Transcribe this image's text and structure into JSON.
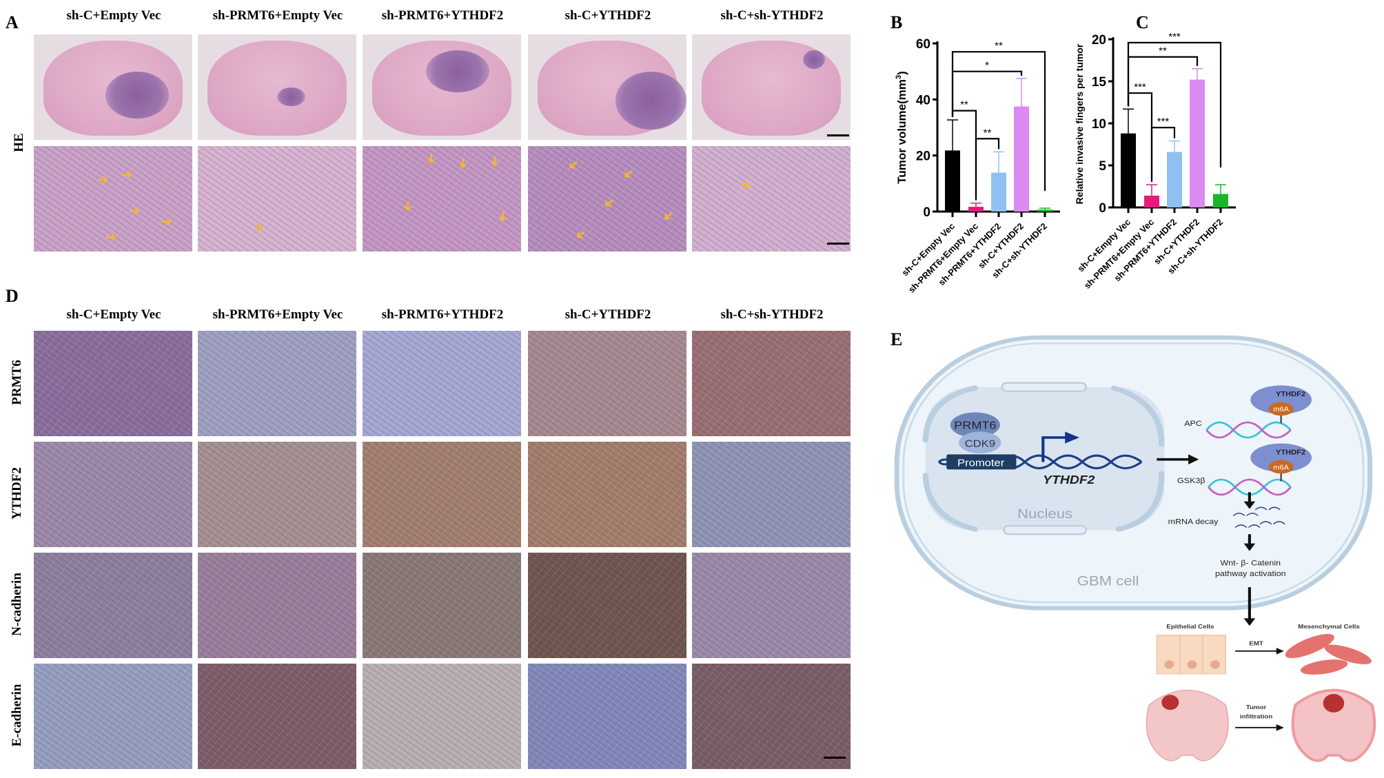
{
  "panel_labels": {
    "A": "A",
    "B": "B",
    "C": "C",
    "D": "D",
    "E": "E"
  },
  "groups": [
    "sh-C+Empty Vec",
    "sh-PRMT6+Empty Vec",
    "sh-PRMT6+YTHDF2",
    "sh-C+YTHDF2",
    "sh-C+sh-YTHDF2"
  ],
  "panelA": {
    "row_label": "HE",
    "tile_colors": [
      "#c9a2c6",
      "#d6b3cf",
      "#c497c3",
      "#b78fbd",
      "#d2b0cf"
    ]
  },
  "panelD": {
    "row_labels": [
      "PRMT6",
      "YTHDF2",
      "N-cadherin",
      "E-cadherin"
    ],
    "tile_colors": [
      [
        "#8a6f9c",
        "#9ea0bf",
        "#a5a8d2",
        "#a58a8e",
        "#9a6f72"
      ],
      [
        "#9c8aa8",
        "#a5908f",
        "#a3806e",
        "#a37e6a",
        "#8f95b3"
      ],
      [
        "#8e7f9d",
        "#9a7f9a",
        "#8a7a76",
        "#6f564f",
        "#9a8aa8"
      ],
      [
        "#95a0c0",
        "#7e5f68",
        "#b7b0b0",
        "#8289b8",
        "#7a5e66"
      ]
    ]
  },
  "chart_data": [
    {
      "type": "bar",
      "panel": "B",
      "categories": [
        "sh-C+Empty Vec",
        "sh-PRMT6+Empty Vec",
        "sh-PRMT6+YTHDF2",
        "sh-C+YTHDF2",
        "sh-C+sh-YTHDF2"
      ],
      "values": [
        21.8,
        1.7,
        13.9,
        37.5,
        0.7
      ],
      "error_upper": [
        32.7,
        3.0,
        21.3,
        47.5,
        1.2
      ],
      "colors": [
        "#000000",
        "#e8197a",
        "#90bff2",
        "#da8af0",
        "#19b62a"
      ],
      "ylabel": "Tumor volume(mm",
      "ylabel_sup": "3",
      "ylabel_close": ")",
      "ylim": [
        0,
        60
      ],
      "yticks": [
        0,
        20,
        40,
        60
      ],
      "significance": [
        {
          "from": 0,
          "to": 4,
          "label": "**",
          "level": 57
        },
        {
          "from": 0,
          "to": 3,
          "label": "*",
          "level": 50
        },
        {
          "from": 0,
          "to": 1,
          "label": "**",
          "level": 36
        },
        {
          "from": 1,
          "to": 2,
          "label": "**",
          "level": 26
        }
      ]
    },
    {
      "type": "bar",
      "panel": "C",
      "categories": [
        "sh-C+Empty Vec",
        "sh-PRMT6+Empty Vec",
        "sh-PRMT6+YTHDF2",
        "sh-C+YTHDF2",
        "sh-C+sh-YTHDF2"
      ],
      "values": [
        8.8,
        1.4,
        6.6,
        15.2,
        1.6
      ],
      "error_upper": [
        11.7,
        2.7,
        7.9,
        16.5,
        2.7
      ],
      "colors": [
        "#000000",
        "#e8197a",
        "#90bff2",
        "#da8af0",
        "#19b62a"
      ],
      "ylabel": "Relative invasive fingers per tumor",
      "ylim": [
        0,
        20
      ],
      "yticks": [
        0,
        5,
        10,
        15,
        20
      ],
      "significance": [
        {
          "from": 0,
          "to": 4,
          "label": "***",
          "level": 19.6
        },
        {
          "from": 0,
          "to": 3,
          "label": "**",
          "level": 17.9
        },
        {
          "from": 0,
          "to": 1,
          "label": "***",
          "level": 13.6
        },
        {
          "from": 1,
          "to": 2,
          "label": "***",
          "level": 9.5
        }
      ]
    }
  ],
  "panelE": {
    "prmt6": "PRMT6",
    "cdk9": "CDK9",
    "promoter": "Promoter",
    "gene": "YTHDF2",
    "nucleus": "Nucleus",
    "cell": "GBM cell",
    "apc": "APC",
    "gsk": "GSK3β",
    "ythdf2_protein": "YTHDF2",
    "m6a": "m6A",
    "decay": "mRNA decay",
    "wnt1": "Wnt- β- Catenin",
    "wnt2": "pathway activation",
    "epithelial": "Epithelial Cells",
    "mesenchymal": "Mesenchymal Cells",
    "emt": "EMT",
    "tumor1": "Tumor",
    "tumor2": "infiltration"
  }
}
